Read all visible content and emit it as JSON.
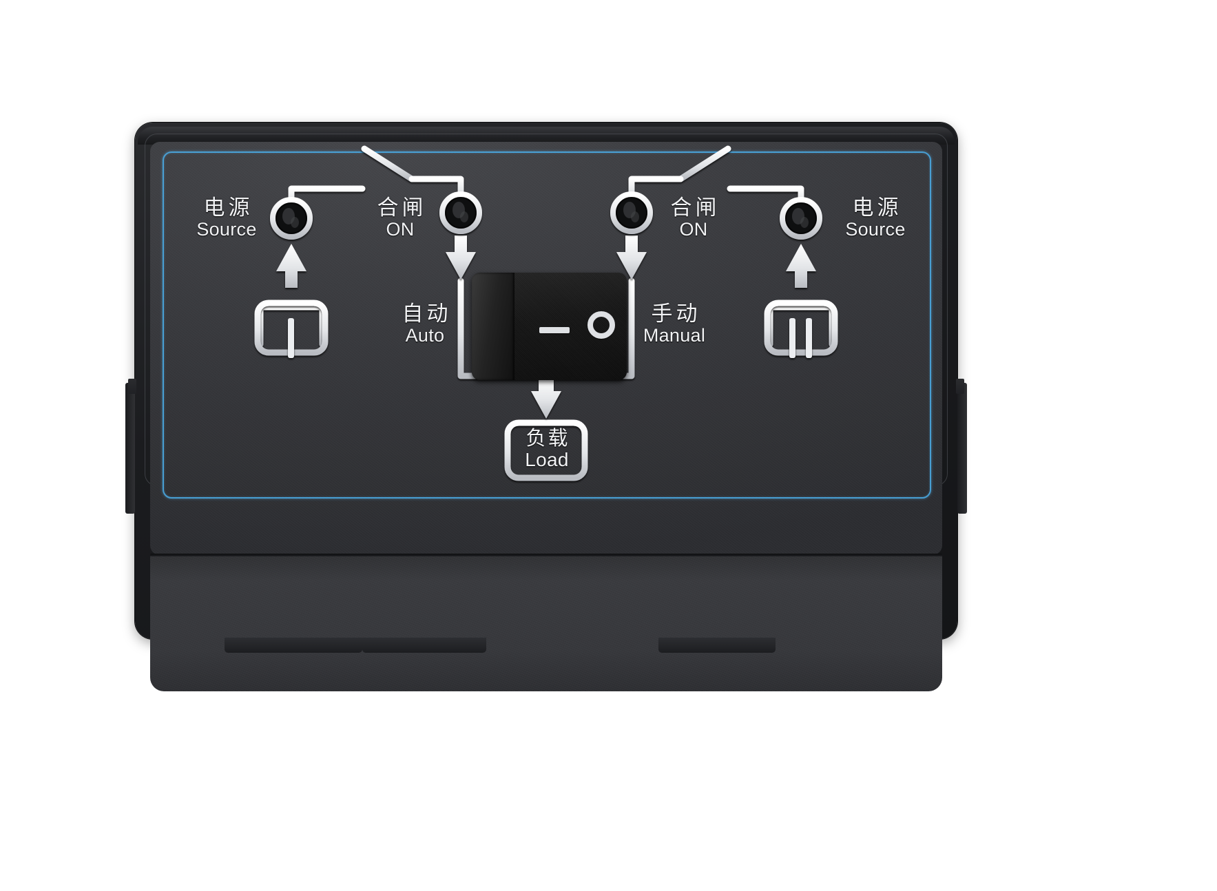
{
  "device": {
    "name": "ats-controller-faceplate",
    "type": "Automatic Transfer Switch control panel",
    "colors": {
      "bezel": "#1b1c1f",
      "faceplate": "#3c3d41",
      "blue_trim": "#4aa8e0",
      "silkscreen": "#f2f3f5",
      "rocker_body": "#121212",
      "rocker_mark": "#dfe1e4"
    }
  },
  "labels": {
    "source_left": {
      "cn": "电源",
      "en": "Source"
    },
    "on_left": {
      "cn": "合闸",
      "en": "ON"
    },
    "auto": {
      "cn": "自动",
      "en": "Auto"
    },
    "manual": {
      "cn": "手动",
      "en": "Manual"
    },
    "on_right": {
      "cn": "合闸",
      "en": "ON"
    },
    "source_right": {
      "cn": "电源",
      "en": "Source"
    },
    "load": {
      "cn": "负载",
      "en": "Load"
    }
  },
  "symbols": {
    "supply_one": "I",
    "supply_two": "II",
    "rocker_left_mark": "−",
    "rocker_right_mark": "O"
  },
  "indicators": [
    {
      "id": "led-source-1",
      "label": "电源 Source",
      "side": "left"
    },
    {
      "id": "led-on-1",
      "label": "合闸 ON",
      "side": "left"
    },
    {
      "id": "led-on-2",
      "label": "合闸 ON",
      "side": "right"
    },
    {
      "id": "led-source-2",
      "label": "电源 Source",
      "side": "right"
    }
  ]
}
